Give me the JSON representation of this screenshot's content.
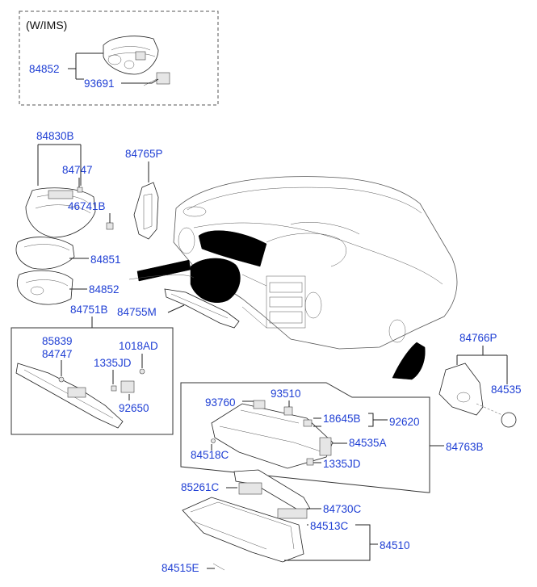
{
  "inset_caption": "(W/IMS)",
  "parts": {
    "p84852_ims": "84852",
    "p93691": "93691",
    "p84830B": "84830B",
    "p84747_top": "84747",
    "p46741B": "46741B",
    "p84765P": "84765P",
    "p84851": "84851",
    "p84852": "84852",
    "p84751B": "84751B",
    "p84755M": "84755M",
    "p85839": "85839",
    "p84747_box": "84747",
    "p1018AD": "1018AD",
    "p1335JD_box": "1335JD",
    "p92650": "92650",
    "p84766P": "84766P",
    "p84535": "84535",
    "p93760": "93760",
    "p93510": "93510",
    "p18645B": "18645B",
    "p92620": "92620",
    "p84535A": "84535A",
    "p84518C": "84518C",
    "p1335JD": "1335JD",
    "p84763B": "84763B",
    "p85261C": "85261C",
    "p84730C": "84730C",
    "p84513C": "84513C",
    "p84510": "84510",
    "p84515E": "84515E"
  },
  "colors": {
    "label": "#1f3fd4",
    "line": "#222222"
  }
}
